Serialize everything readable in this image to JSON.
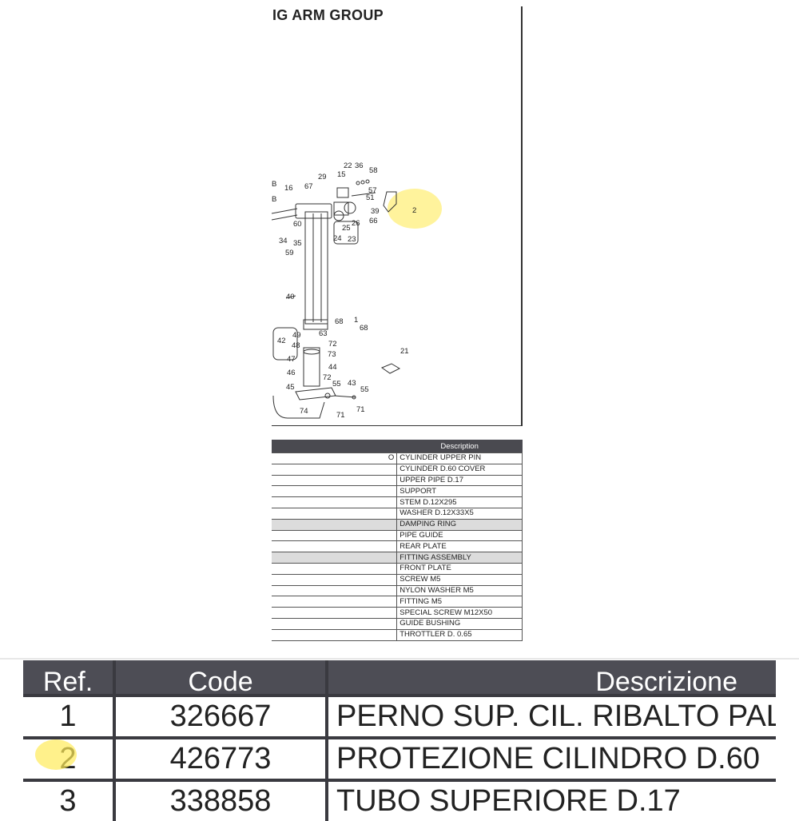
{
  "document": {
    "title": "IG ARM GROUP",
    "callouts": [
      "22",
      "36",
      "58",
      "29",
      "15",
      "57",
      "B",
      "16",
      "67",
      "51",
      "B",
      "39",
      "66",
      "60",
      "25",
      "26",
      "24",
      "23",
      "34",
      "35",
      "59",
      "40",
      "68",
      "1",
      "68",
      "49",
      "63",
      "42",
      "48",
      "72",
      "73",
      "47",
      "21",
      "46",
      "44",
      "72",
      "45",
      "55",
      "43",
      "55",
      "74",
      "71",
      "71",
      "2"
    ],
    "small_table": {
      "header": [
        "",
        "Description"
      ],
      "first_cell_fragment": "O",
      "rows": [
        {
          "desc": "CYLINDER UPPER PIN",
          "shaded": false
        },
        {
          "desc": "CYLINDER D.60 COVER",
          "shaded": false
        },
        {
          "desc": "UPPER PIPE D.17",
          "shaded": false
        },
        {
          "desc": "SUPPORT",
          "shaded": false
        },
        {
          "desc": "STEM D.12X295",
          "shaded": false
        },
        {
          "desc": "WASHER D.12X33X5",
          "shaded": false
        },
        {
          "desc": "DAMPING RING",
          "shaded": true
        },
        {
          "desc": "PIPE GUIDE",
          "shaded": false
        },
        {
          "desc": "REAR PLATE",
          "shaded": false
        },
        {
          "desc": "FITTING ASSEMBLY",
          "shaded": true
        },
        {
          "desc": "FRONT PLATE",
          "shaded": false
        },
        {
          "desc": "SCREW M5",
          "shaded": false
        },
        {
          "desc": "NYLON WASHER M5",
          "shaded": false
        },
        {
          "desc": "FITTING M5",
          "shaded": false
        },
        {
          "desc": "SPECIAL SCREW M12X50",
          "shaded": false
        },
        {
          "desc": "GUIDE BUSHING",
          "shaded": false
        },
        {
          "desc": "THROTTLER D. 0.65",
          "shaded": false
        }
      ]
    }
  },
  "zoom_table": {
    "headers": {
      "ref": "Ref.",
      "code": "Code",
      "desc": "Descrizione"
    },
    "rows": [
      {
        "ref": "1",
        "code": "326667",
        "desc": "PERNO SUP. CIL. RIBALTO PALO"
      },
      {
        "ref": "2",
        "code": "426773",
        "desc": "PROTEZIONE CILINDRO D.60"
      },
      {
        "ref": "3",
        "code": "338858",
        "desc": "TUBO SUPERIORE D.17"
      }
    ]
  },
  "colors": {
    "header_bg": "#4d4d55",
    "highlight": "#ffeb5a",
    "shade": "#dcdcdc"
  }
}
